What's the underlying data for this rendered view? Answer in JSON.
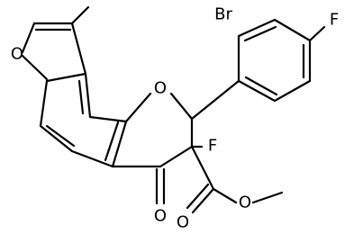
{
  "structure": {
    "type": "chemical-structure",
    "atom_labels": {
      "furan_oxygen": "O",
      "pyran_oxygen": "O",
      "ketone_oxygen": "O",
      "ester_carbonyl_oxygen": "O",
      "ester_ether_oxygen": "O",
      "bromine": "Br",
      "aryl_fluorine": "F",
      "ring_fluorine": "F"
    }
  }
}
